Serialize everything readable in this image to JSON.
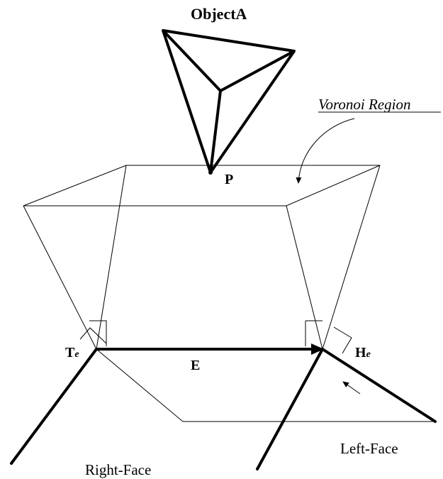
{
  "labels": {
    "object": "ObjectA",
    "voronoi_region": "Voronoi Region",
    "point": "P",
    "edge": "E",
    "tail_main": "T",
    "tail_sub": "e",
    "head_main": "H",
    "head_sub": "e",
    "right_face": "Right-Face",
    "left_face": "Left-Face"
  },
  "colors": {
    "ink": "#000000",
    "background": "#ffffff"
  }
}
